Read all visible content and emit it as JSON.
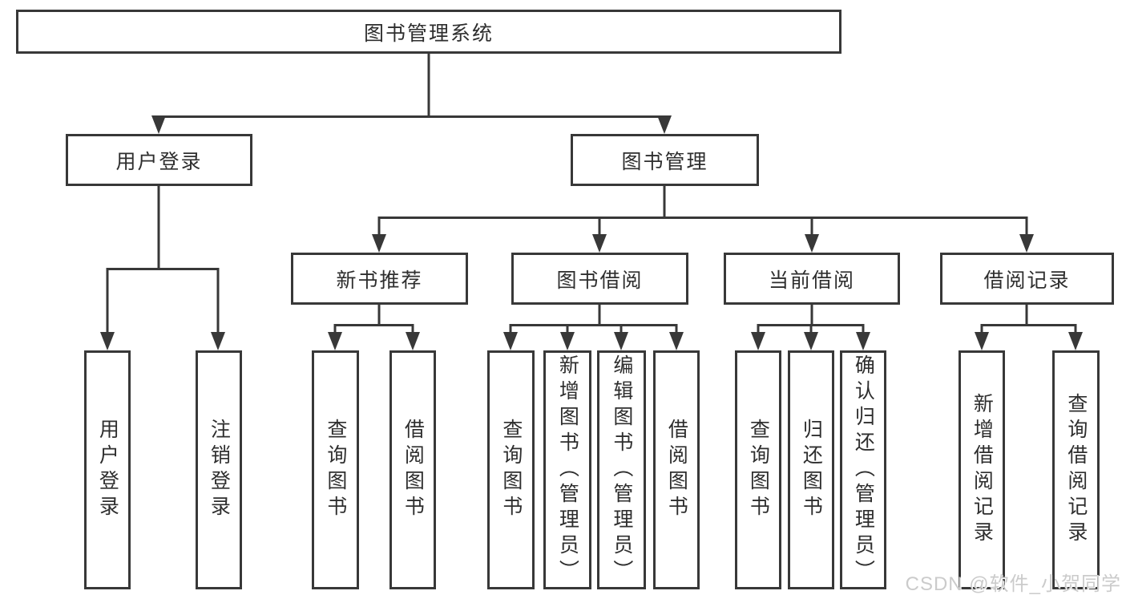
{
  "diagram": {
    "root": {
      "label": "图书管理系统"
    },
    "level2": [
      {
        "label": "用户登录"
      },
      {
        "label": "图书管理"
      }
    ],
    "level3": [
      {
        "label": "新书推荐"
      },
      {
        "label": "图书借阅"
      },
      {
        "label": "当前借阅"
      },
      {
        "label": "借阅记录"
      }
    ],
    "leaves": {
      "login": [
        "用户登录",
        "注销登录"
      ],
      "recommend": [
        "查询图书",
        "借阅图书"
      ],
      "borrow": [
        "查询图书",
        "新增图书（管理员）",
        "编辑图书（管理员）",
        "借阅图书"
      ],
      "current": [
        "查询图书",
        "归还图书",
        "确认归还（管理员）"
      ],
      "records": [
        "新增借阅记录",
        "查询借阅记录"
      ]
    }
  },
  "watermark": {
    "text": "CSDN @软件_小贺同学"
  },
  "colors": {
    "line": "#383838",
    "text": "#2e2e2e",
    "watermark": "#cbcbcb",
    "background": "#ffffff"
  }
}
